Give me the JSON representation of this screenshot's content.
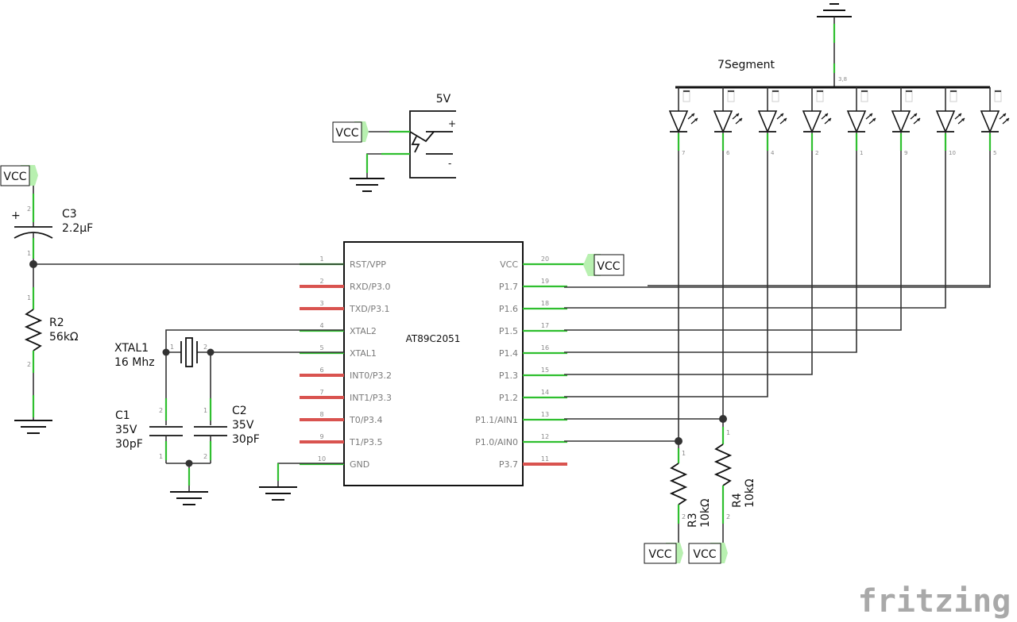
{
  "mcu": {
    "name": "AT89C2051",
    "left_pins": [
      {
        "num": "1",
        "label": "RST/VPP",
        "connected": true
      },
      {
        "num": "2",
        "label": "RXD/P3.0",
        "connected": false
      },
      {
        "num": "3",
        "label": "TXD/P3.1",
        "connected": false
      },
      {
        "num": "4",
        "label": "XTAL2",
        "connected": true
      },
      {
        "num": "5",
        "label": "XTAL1",
        "connected": true
      },
      {
        "num": "6",
        "label": "INT0/P3.2",
        "connected": false
      },
      {
        "num": "7",
        "label": "INT1/P3.3",
        "connected": false
      },
      {
        "num": "8",
        "label": "T0/P3.4",
        "connected": false
      },
      {
        "num": "9",
        "label": "T1/P3.5",
        "connected": false
      },
      {
        "num": "10",
        "label": "GND",
        "connected": true
      }
    ],
    "right_pins": [
      {
        "num": "20",
        "label": "VCC",
        "connected": true
      },
      {
        "num": "19",
        "label": "P1.7",
        "connected": true
      },
      {
        "num": "18",
        "label": "P1.6",
        "connected": true
      },
      {
        "num": "17",
        "label": "P1.5",
        "connected": true
      },
      {
        "num": "16",
        "label": "P1.4",
        "connected": true
      },
      {
        "num": "15",
        "label": "P1.3",
        "connected": true
      },
      {
        "num": "14",
        "label": "P1.2",
        "connected": true
      },
      {
        "num": "13",
        "label": "P1.1/AIN1",
        "connected": true
      },
      {
        "num": "12",
        "label": "P1.0/AIN0",
        "connected": true
      },
      {
        "num": "11",
        "label": "P3.7",
        "connected": false
      }
    ]
  },
  "power": {
    "vcc_label": "VCC",
    "supply_label": "5V",
    "plus": "+",
    "minus": "-"
  },
  "c3": {
    "name": "C3",
    "value": "2.2µF",
    "pin_top": "2",
    "pin_bottom": "1",
    "plus": "+"
  },
  "r2": {
    "name": "R2",
    "value": "56kΩ",
    "pin_top": "1",
    "pin_bottom": "2"
  },
  "xtal": {
    "name": "XTAL1",
    "value": "16 Mhz",
    "pin1": "1",
    "pin2": "2"
  },
  "c1": {
    "name": "C1",
    "voltage": "35V",
    "value": "30pF",
    "pin_top": "2",
    "pin_bottom": "1"
  },
  "c2": {
    "name": "C2",
    "voltage": "35V",
    "value": "30pF",
    "pin_top": "1",
    "pin_bottom": "2"
  },
  "r3": {
    "name": "R3",
    "value": "10kΩ",
    "pin_top": "1",
    "pin_bottom": "2"
  },
  "r4": {
    "name": "R4",
    "value": "10kΩ",
    "pin_top": "1",
    "pin_bottom": "2"
  },
  "segment": {
    "name": "7Segment",
    "common_pin": "3,8",
    "segment_pins": [
      "7",
      "6",
      "4",
      "2",
      "1",
      "9",
      "10",
      "5"
    ]
  },
  "watermark": "fritzing"
}
